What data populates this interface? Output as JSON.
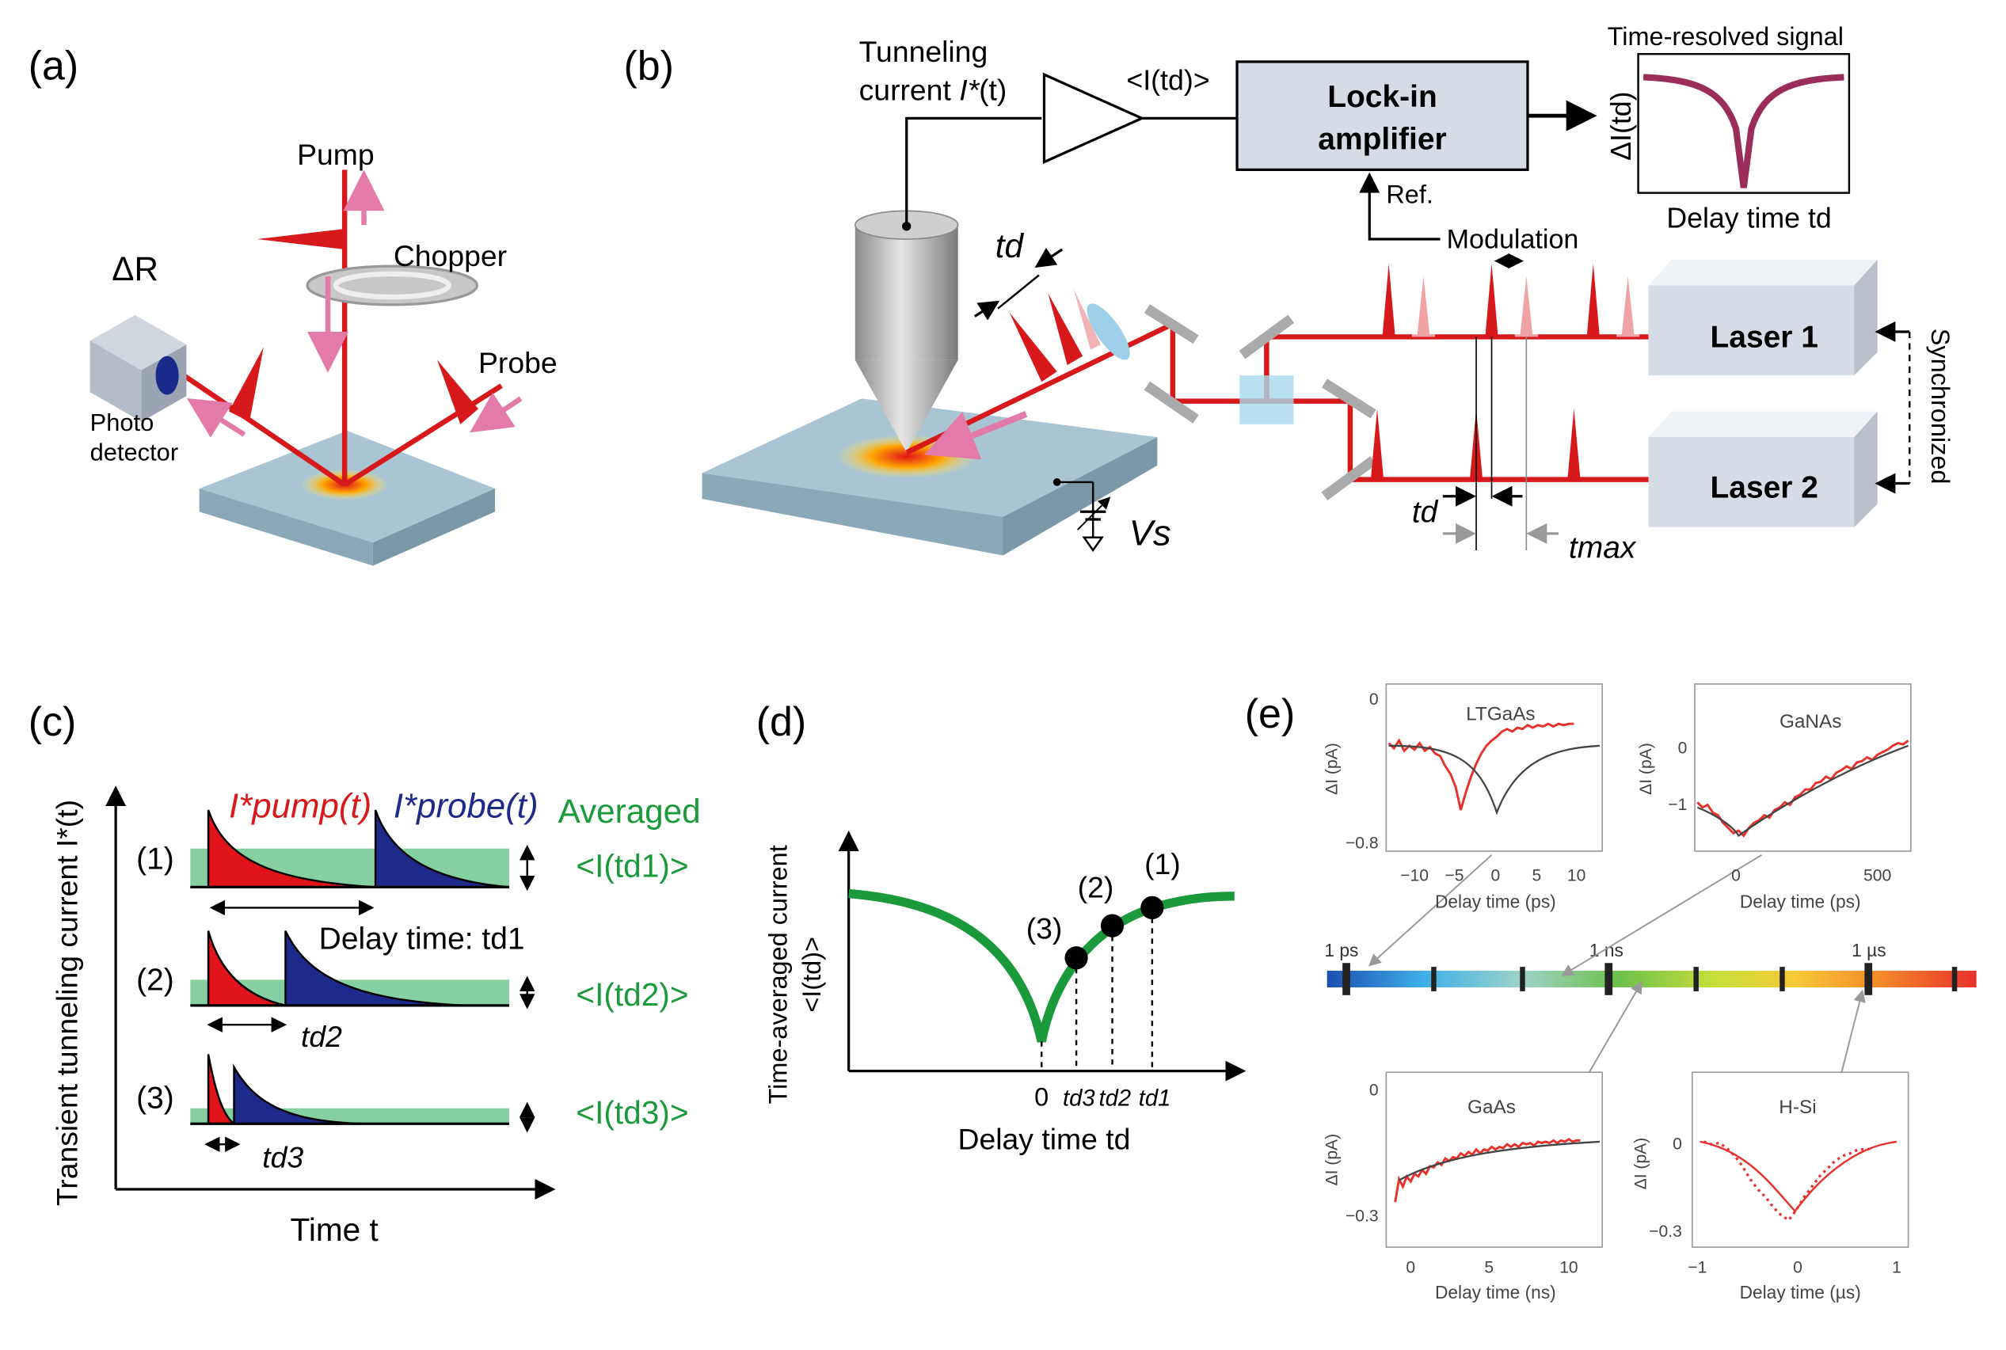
{
  "panels": {
    "a": {
      "label": "(a)",
      "pump": "Pump",
      "chopper": "Chopper",
      "probe": "Probe",
      "delta_r": "ΔR",
      "detector_line1": "Photo",
      "detector_line2": "detector"
    },
    "b": {
      "label": "(b)",
      "tunneling_line1": "Tunneling",
      "tunneling_line2_prefix": "current ",
      "tunneling_line2_var": "I*",
      "tunneling_line2_suffix": "(t)",
      "avg_current": "<I(td)>",
      "lockin_line1": "Lock-in",
      "lockin_line2": "amplifier",
      "ref": "Ref.",
      "modulation": "Modulation",
      "signal_title": "Time-resolved signal",
      "signal_ylabel": "ΔI(td)",
      "signal_xlabel": "Delay time td",
      "laser1": "Laser 1",
      "laser2": "Laser 2",
      "synchronized": "Synchronized",
      "td": "td",
      "tmax": "tmax",
      "vs": "Vs"
    },
    "c": {
      "label": "(c)",
      "ylabel": "Transient tunneling current I*(t)",
      "xlabel": "Time t",
      "pump_label": "I*pump(t)",
      "probe_label": "I*probe(t)",
      "averaged": "Averaged",
      "rows": [
        {
          "num": "(1)",
          "avg": "<I(td1)>",
          "td": "Delay time: td1"
        },
        {
          "num": "(2)",
          "avg": "<I(td2)>",
          "td": "td2"
        },
        {
          "num": "(3)",
          "avg": "<I(td3)>",
          "td": "td3"
        }
      ]
    },
    "d": {
      "label": "(d)",
      "ylabel_line1": "Time-averaged current",
      "ylabel_line2": "<I(td)>",
      "xlabel": "Delay time td",
      "ticks": [
        "0",
        "td3",
        "td2",
        "td1"
      ],
      "points": [
        "(3)",
        "(2)",
        "(1)"
      ]
    },
    "e": {
      "label": "(e)",
      "timescale_labels": [
        "1 ps",
        "1 ns",
        "1 µs"
      ],
      "insets": [
        {
          "title": "LTGaAs",
          "ylabel": "ΔI (pA)",
          "xlabel": "Delay time (ps)",
          "yticks": [
            "0",
            "−0.8"
          ],
          "xticks": [
            "−10",
            "−5",
            "0",
            "5",
            "10"
          ]
        },
        {
          "title": "GaNAs",
          "ylabel": "ΔI (pA)",
          "xlabel": "Delay time (ps)",
          "yticks": [
            "0",
            "−1"
          ],
          "xticks": [
            "0",
            "500"
          ]
        },
        {
          "title": "GaAs",
          "ylabel": "ΔI (pA)",
          "xlabel": "Delay time (ns)",
          "yticks": [
            "0",
            "−0.3"
          ],
          "xticks": [
            "0",
            "5",
            "10"
          ]
        },
        {
          "title": "H-Si",
          "ylabel": "ΔI (pA)",
          "xlabel": "Delay time (µs)",
          "yticks": [
            "0",
            "−0.3"
          ],
          "xticks": [
            "−1",
            "0",
            "1"
          ]
        }
      ]
    }
  },
  "colors": {
    "beam": "#d7191c",
    "pink": "#e37aa8",
    "green": "#1a9a3a",
    "green_fill": "#86cfa0",
    "pump_fill": "#e0141a",
    "probe_fill": "#1e2a8a",
    "box_fill": "#d6dce6",
    "sample": "#a9c4d2"
  }
}
